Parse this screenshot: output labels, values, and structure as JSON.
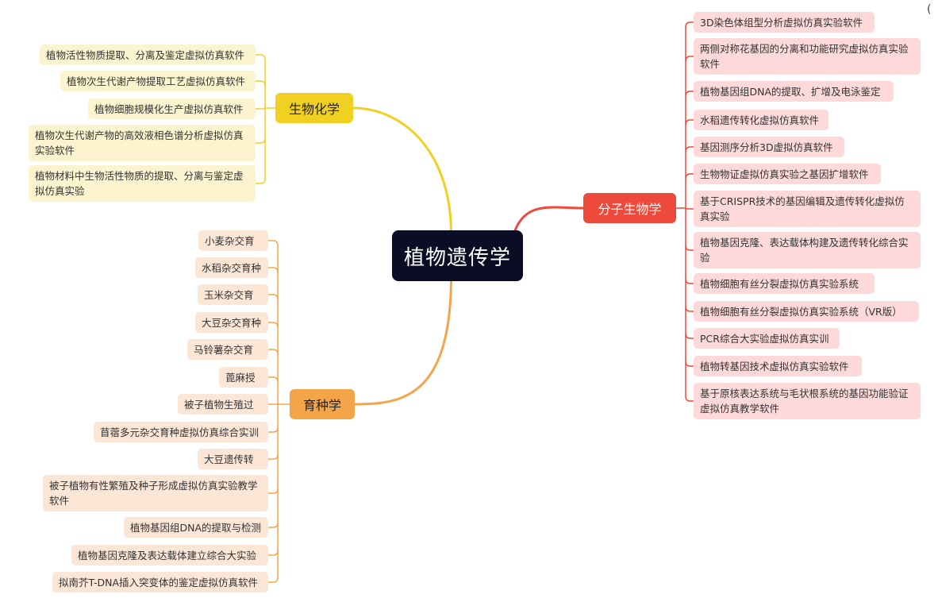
{
  "root": {
    "label": "植物遗传学"
  },
  "colors": {
    "biochem": "#f0d020",
    "breeding": "#f5a549",
    "molecular": "#ee4a3c",
    "root_bg": "#0b0d24"
  },
  "branches": {
    "biochem": {
      "label": "生物化学",
      "items": [
        "植物活性物质提取、分离及鉴定虚拟仿真软件",
        "植物次生代谢产物提取工艺虚拟仿真软件",
        "植物细胞规模化生产虚拟仿真软件",
        "植物次生代谢产物的高效液相色谱分析虚拟仿真实验软件",
        "植物材料中生物活性物质的提取、分离与鉴定虚拟仿真实验"
      ]
    },
    "breeding": {
      "label": "育种学",
      "items": [
        "小麦杂交育种",
        "水稻杂交育种",
        "玉米杂交育种",
        "大豆杂交育种",
        "马铃薯杂交育种",
        "蓖麻授粉",
        "被子植物生殖过程",
        "苜蓿多元杂交育种虚拟仿真综合实训",
        "大豆遗传转化",
        "被子植物有性繁殖及种子形成虚拟仿真实验教学软件",
        "植物基因组DNA的提取与检测",
        "植物基因克隆及表达载体建立综合大实验",
        "拟南芥T-DNA插入突变体的鉴定虚拟仿真软件"
      ]
    },
    "molecular": {
      "label": "分子生物学",
      "items": [
        "3D染色体组型分析虚拟仿真实验软件",
        "两侧对称花基因的分离和功能研究虚拟仿真实验软件",
        "植物基因组DNA的提取、扩增及电泳鉴定",
        "水稻遗传转化虚拟仿真软件",
        "基因测序分析3D虚拟仿真软件",
        "生物物证虚拟仿真实验之基因扩增软件",
        "基于CRISPR技术的基因编辑及遗传转化虚拟仿真实验",
        "植物基因克隆、表达载体构建及遗传转化综合实验",
        "植物细胞有丝分裂虚拟仿真实验系统",
        "植物细胞有丝分裂虚拟仿真实验系统（VR版）",
        "PCR综合大实验虚拟仿真实训",
        "植物转基因技术虚拟仿真实验软件",
        "基于原核表达系统与毛状根系统的基因功能验证虚拟仿真教学软件"
      ]
    }
  }
}
